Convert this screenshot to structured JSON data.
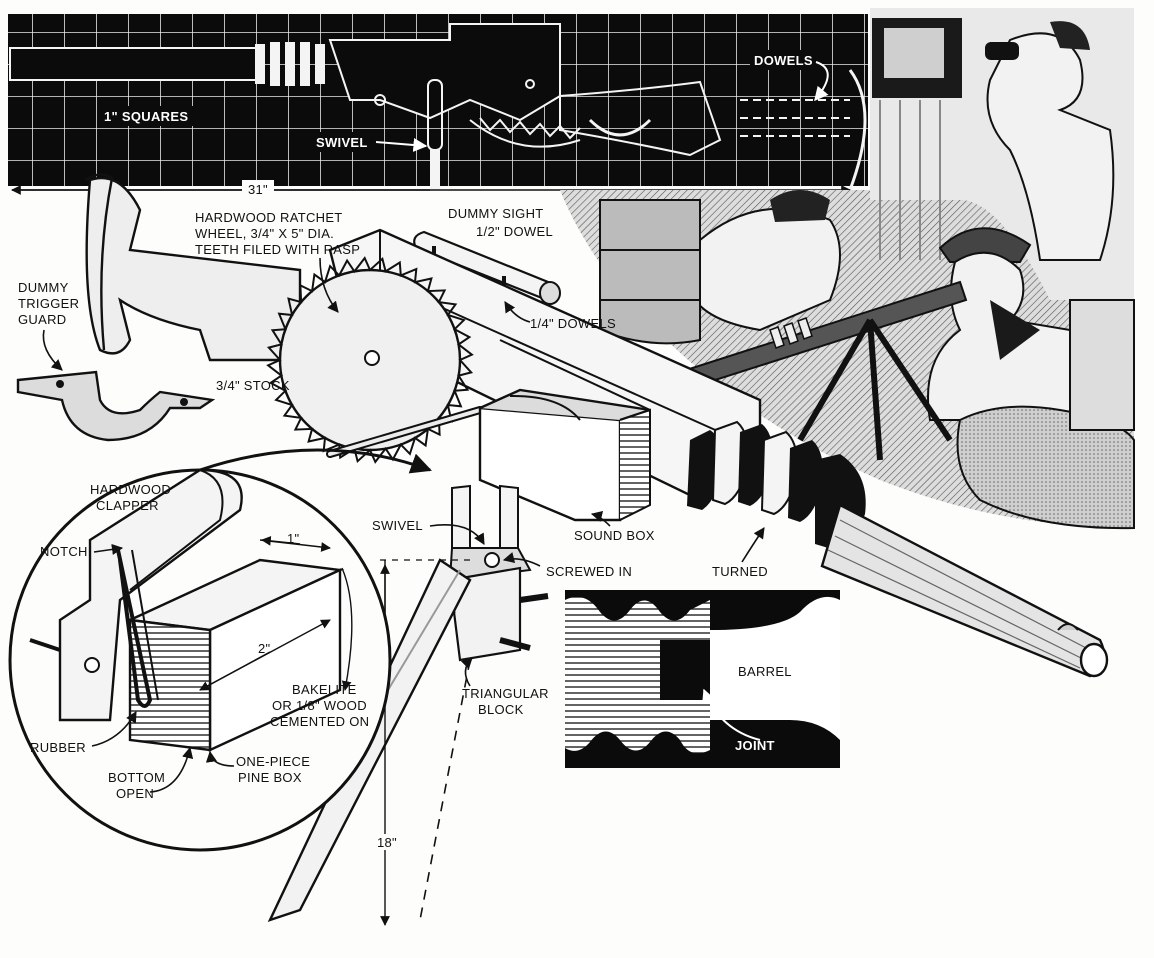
{
  "labels": {
    "dowels_top": "DOWELS",
    "squares": "1\" SQUARES",
    "swivel_top": "SWIVEL",
    "length_31": "31\"",
    "ratchet_l1": "HARDWOOD RATCHET",
    "ratchet_l2": "WHEEL, 3/4\" X 5\" DIA.",
    "ratchet_l3": "TEETH FILED WITH RASP",
    "sight_l1": "DUMMY SIGHT",
    "sight_l2": "1/2\" DOWEL",
    "quarter_dowels": "1/4\" DOWELS",
    "trigger_l1": "DUMMY",
    "trigger_l2": "TRIGGER",
    "trigger_l3": "GUARD",
    "stock": "3/4\" STOCK",
    "clapper_l1": "HARDWOOD",
    "clapper_l2": "CLAPPER",
    "notch": "NOTCH",
    "one_inch": "1\"",
    "two_inch": "2\"",
    "bakelite_l1": "BAKELITE",
    "bakelite_l2": "OR 1/8\" WOOD",
    "bakelite_l3": "CEMENTED ON",
    "rubber": "RUBBER",
    "bottom_l1": "BOTTOM",
    "bottom_l2": "OPEN",
    "pinebox_l1": "ONE-PIECE",
    "pinebox_l2": "PINE BOX",
    "swivel_mid": "SWIVEL",
    "sound_box": "SOUND BOX",
    "screwed_in": "SCREWED IN",
    "turned": "TURNED",
    "barrel": "BARREL",
    "joint": "JOINT",
    "triangular_l1": "TRIANGULAR",
    "triangular_l2": "BLOCK",
    "eighteen": "18\""
  }
}
